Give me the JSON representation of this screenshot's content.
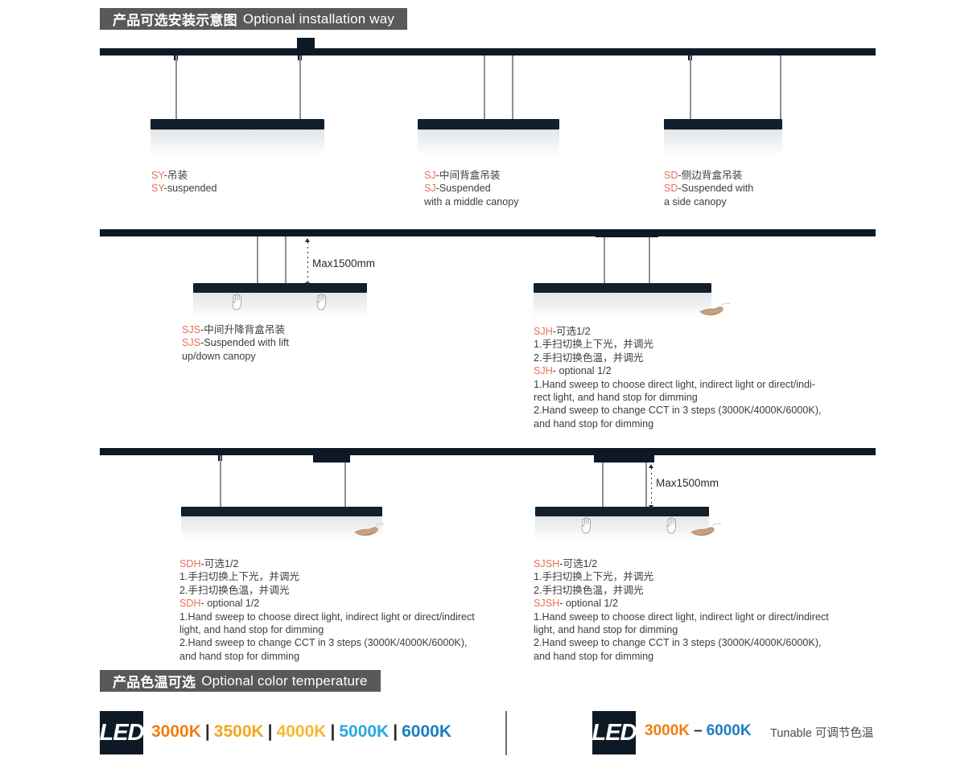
{
  "sections": {
    "install": {
      "cn": "产品可选安装示意图",
      "en": "Optional installation way"
    },
    "cct": {
      "cn": "产品色温可选",
      "en": "Optional color temperature"
    }
  },
  "dimension_label": "Max1500mm",
  "diagrams": [
    {
      "id": "sy",
      "caption": [
        {
          "code": "SY",
          "rest": "-吊装"
        },
        {
          "code": "SY",
          "rest": "-suspended"
        }
      ]
    },
    {
      "id": "sj",
      "caption": [
        {
          "code": "SJ",
          "rest": "-中间背盒吊装"
        },
        {
          "code": "SJ",
          "rest": "-Suspended"
        },
        {
          "code": "",
          "rest": "with a middle canopy"
        }
      ]
    },
    {
      "id": "sd",
      "caption": [
        {
          "code": "SD",
          "rest": "-侧边背盒吊装"
        },
        {
          "code": "SD",
          "rest": "-Suspended with"
        },
        {
          "code": "",
          "rest": "a side canopy"
        }
      ]
    },
    {
      "id": "sjs",
      "caption": [
        {
          "code": "SJS",
          "rest": "-中间升降背盒吊装"
        },
        {
          "code": "SJS",
          "rest": "-Suspended with lift"
        },
        {
          "code": "",
          "rest": "up/down canopy"
        }
      ]
    },
    {
      "id": "sjh",
      "caption": [
        {
          "code": "SJH",
          "rest": "-可选1/2"
        },
        {
          "code": "",
          "rest": "1.手扫切换上下光，并调光"
        },
        {
          "code": "",
          "rest": "2.手扫切换色温，并调光"
        },
        {
          "code": "SJH",
          "rest": "- optional 1/2"
        },
        {
          "code": "",
          "rest": "1.Hand sweep to choose direct light, indirect light or direct/indi-rect light, and hand stop for dimming"
        },
        {
          "code": "",
          "rest": "2.Hand sweep to change CCT in 3 steps (3000K/4000K/6000K), and hand stop for dimming"
        }
      ]
    },
    {
      "id": "sdh",
      "caption": [
        {
          "code": "SDH",
          "rest": "-可选1/2"
        },
        {
          "code": "",
          "rest": "1.手扫切换上下光，并调光"
        },
        {
          "code": "",
          "rest": "2.手扫切换色温，并调光"
        },
        {
          "code": "SDH",
          "rest": "- optional 1/2"
        },
        {
          "code": "",
          "rest": "1.Hand sweep to choose direct light, indirect light or direct/indirect light, and hand stop for dimming"
        },
        {
          "code": "",
          "rest": "2.Hand sweep to change CCT in 3 steps (3000K/4000K/6000K), and hand stop for dimming"
        }
      ]
    },
    {
      "id": "sjsh",
      "caption": [
        {
          "code": "SJSH",
          "rest": "-可选1/2"
        },
        {
          "code": "",
          "rest": "1.手扫切换上下光，并调光"
        },
        {
          "code": "",
          "rest": "2.手扫切换色温，并调光"
        },
        {
          "code": "SJSH",
          "rest": "- optional 1/2"
        },
        {
          "code": "",
          "rest": "1.Hand sweep to choose direct light, indirect light or direct/indirect light, and hand stop for dimming"
        },
        {
          "code": "",
          "rest": "2.Hand sweep to change CCT in 3 steps (3000K/4000K/6000K), and hand stop for dimming"
        }
      ]
    }
  ],
  "led": {
    "badge_text": "LED",
    "fixed": {
      "values": [
        "3000K",
        "3500K",
        "4000K",
        "5000K",
        "6000K"
      ],
      "colors": [
        "#f07d12",
        "#f5a623",
        "#f7b733",
        "#29a8e0",
        "#1b7ec4"
      ],
      "separator": "|"
    },
    "tunable": {
      "low": "3000K",
      "low_color": "#f07d12",
      "dash": "–",
      "high": "6000K",
      "high_color": "#1b7ec4",
      "label": "Tunable 可调节色温"
    }
  },
  "colors": {
    "banner_bg": "#58595b",
    "fixture": "#0d1a26",
    "accent": "#e8705a",
    "text": "#3c3c3c"
  }
}
